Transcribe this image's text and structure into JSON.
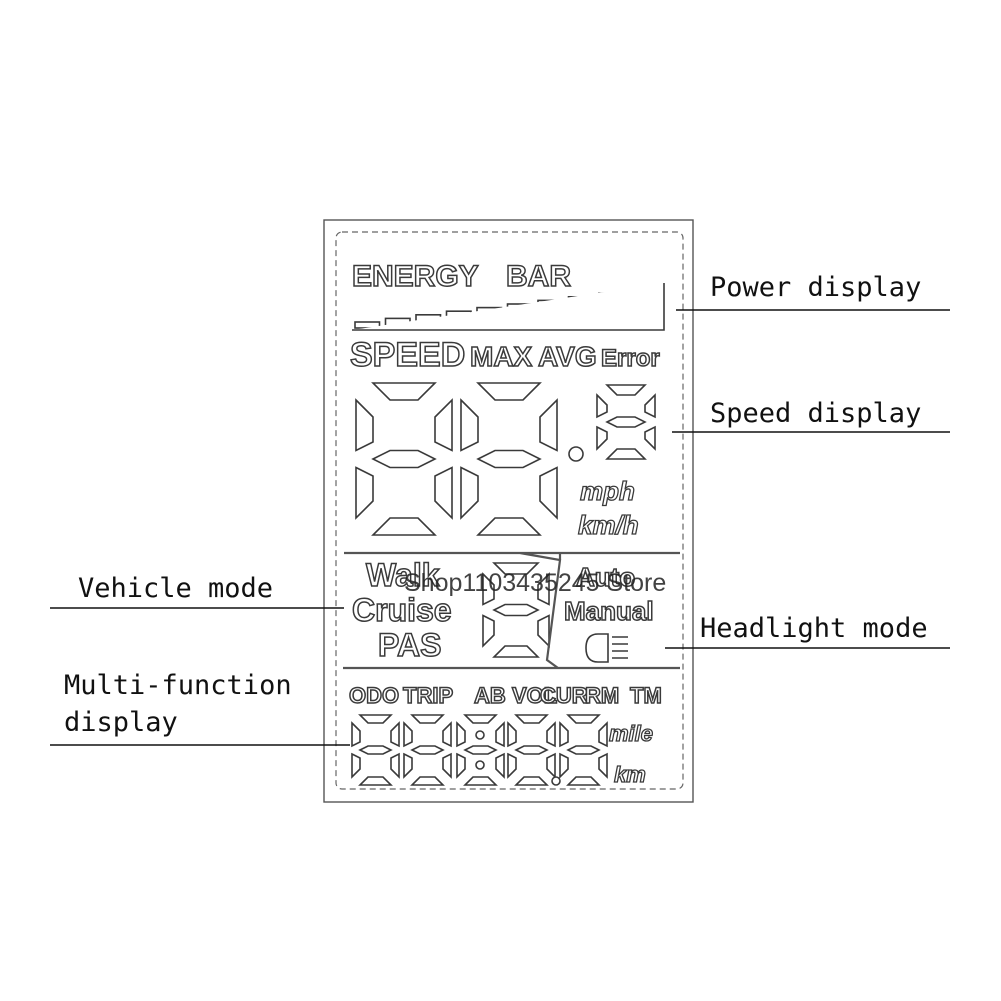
{
  "lcd": {
    "energy_label": "ENERGY",
    "bar_label": "BAR",
    "energy_bar_segments": 10,
    "speed_label": "SPEED",
    "max_label": "MAX",
    "avg_label": "AVG",
    "error_label": "Error",
    "unit_mph": "mph",
    "unit_kmh": "km/h",
    "mode_walk": "Walk",
    "mode_cruise": "Cruise",
    "mode_pas": "PAS",
    "mode_auto": "Auto",
    "mode_manual": "Manual",
    "mf_labels": [
      "ODO",
      "TRIP",
      "AB",
      "VOL",
      "CUR",
      "RM",
      "TM"
    ],
    "unit_mile": "mile",
    "unit_km": "km"
  },
  "callouts": {
    "power": "Power display",
    "speed": "Speed display",
    "vehicle": "Vehicle mode",
    "headlight": "Headlight mode",
    "multi_line1": "Multi-function",
    "multi_line2": "display"
  },
  "watermark": "Shop1103435245 Store",
  "colors": {
    "outline": "#3a3a3a",
    "line": "#111111",
    "background": "#ffffff"
  }
}
